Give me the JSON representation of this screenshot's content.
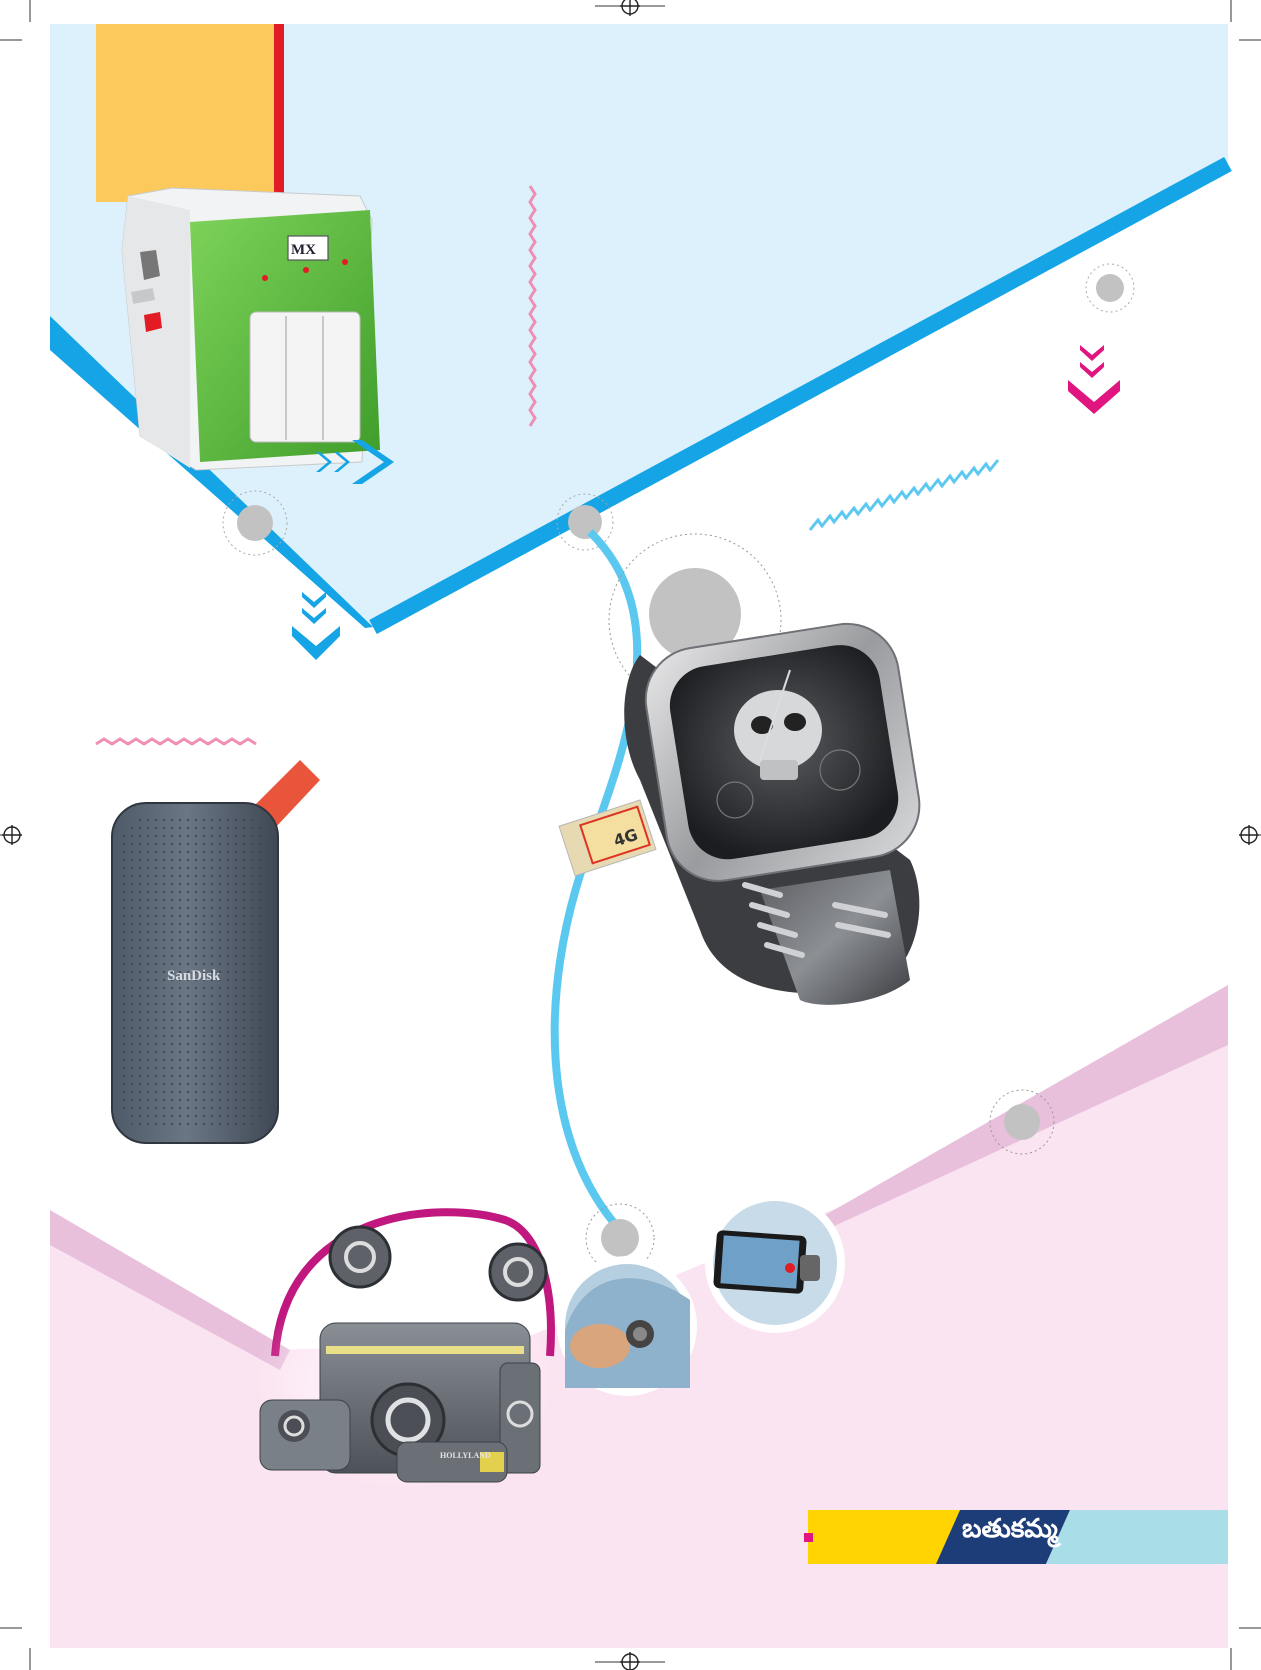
{
  "section": {
    "footer_label": "బతుకమ్మ"
  },
  "products": {
    "adapter": {
      "brand": "MX"
    },
    "ssd": {
      "brand": "SanDisk"
    },
    "watch": {
      "sim_label": "4G"
    },
    "mic_kit": {
      "brand": "HOLLYLAND"
    }
  },
  "colors": {
    "sky_panel": "#dcf1fb",
    "blue_accent": "#15a4e6",
    "cyan_path": "#5bc8f0",
    "magenta_accent": "#e0157f",
    "pink_panel": "#fbe4f1",
    "pink_band": "#e8c0dc",
    "yellow_block": "#fcc95d",
    "red_stripe": "#e21b24",
    "footer_yellow": "#ffd400",
    "footer_navy": "#1d3d78",
    "footer_aqua": "#a9dde8",
    "node_grey": "#c2c2c2",
    "wave_pink": "#f08fb3"
  },
  "icons": [
    "registration-mark-icon",
    "chevron-right-icon",
    "chevron-down-icon",
    "chevron-up-icon"
  ]
}
